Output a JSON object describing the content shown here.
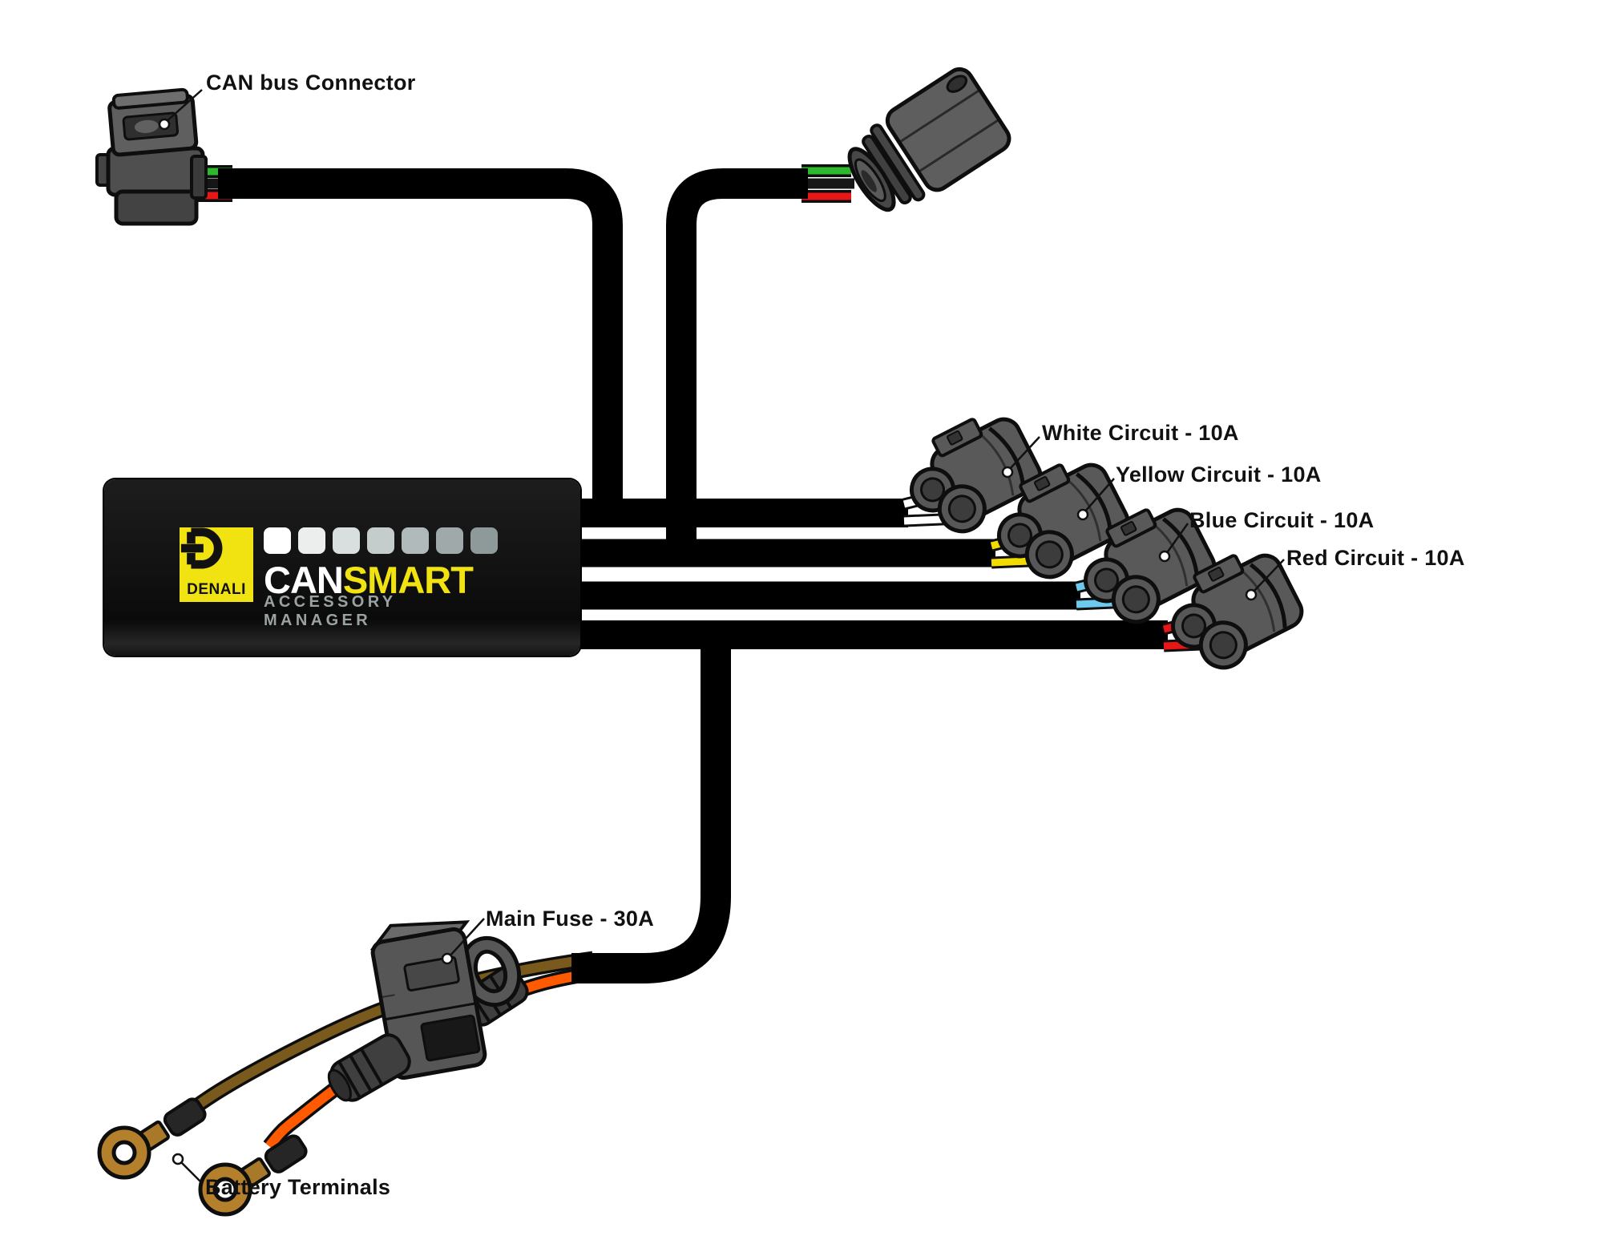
{
  "labels": {
    "can_bus": "CAN bus Connector",
    "white_circuit": "White Circuit - 10A",
    "yellow_circuit": "Yellow Circuit - 10A",
    "blue_circuit": "Blue Circuit - 10A",
    "red_circuit": "Red Circuit - 10A",
    "main_fuse": "Main Fuse - 30A",
    "battery_terminals": "Battery Terminals"
  },
  "device": {
    "brand": "DENALI",
    "name_part1": "CAN",
    "name_part2": "SMART",
    "subtitle": "ACCESSORY MANAGER",
    "led_squares": [
      "#ffffff",
      "#eceeee",
      "#d9dede",
      "#c5cccc",
      "#b1baba",
      "#9fa9a9",
      "#8e9999"
    ]
  },
  "colors": {
    "label_text": "#111111",
    "brand_yellow": "#f0e311",
    "cable_black": "#000000",
    "wire_green": "#2eb82e",
    "wire_black": "#161616",
    "wire_red": "#e81717",
    "wire_white": "#ffffff",
    "wire_yellow": "#f2dc00",
    "wire_blue": "#6ec9ef",
    "wire_brown": "#7a591d",
    "wire_orange": "#ff5a00",
    "connector_gray": "#595959",
    "terminal_brass": "#b5802b"
  }
}
